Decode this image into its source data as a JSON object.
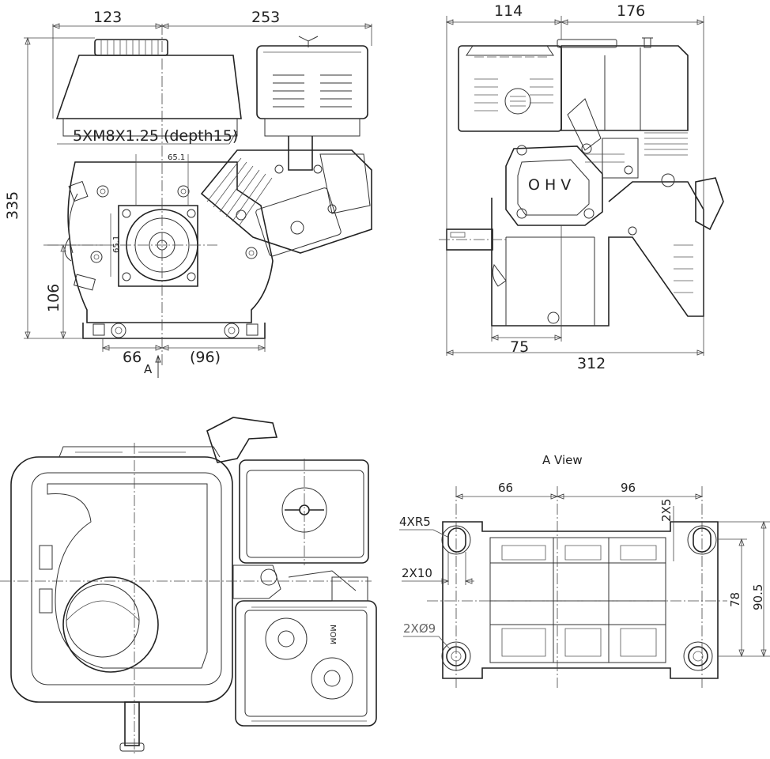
{
  "front_view": {
    "dim_top_left": "123",
    "dim_top_right": "253",
    "dim_height": "335",
    "dim_shaft_height": "106",
    "dim_base_left": "66",
    "dim_base_right": "(96)",
    "thread_note": "5XM8X1.25 (depth15)",
    "bolt_circle_h": "65.1",
    "bolt_circle_v": "65.1",
    "view_arrow": "A"
  },
  "side_view": {
    "dim_top_left": "114",
    "dim_top_right": "176",
    "dim_base_offset": "75",
    "dim_total_width": "312",
    "cover_logo": "OHV"
  },
  "top_view": {
    "filter_logo": "MOM"
  },
  "a_view": {
    "title": "A View",
    "dim_left": "66",
    "dim_right": "96",
    "note_radius": "4XR5",
    "note_slot_width": "2X10",
    "note_holes": "2XØ9",
    "note_slot_len": "2X5",
    "dim_inner": "78",
    "dim_outer": "90.5"
  }
}
